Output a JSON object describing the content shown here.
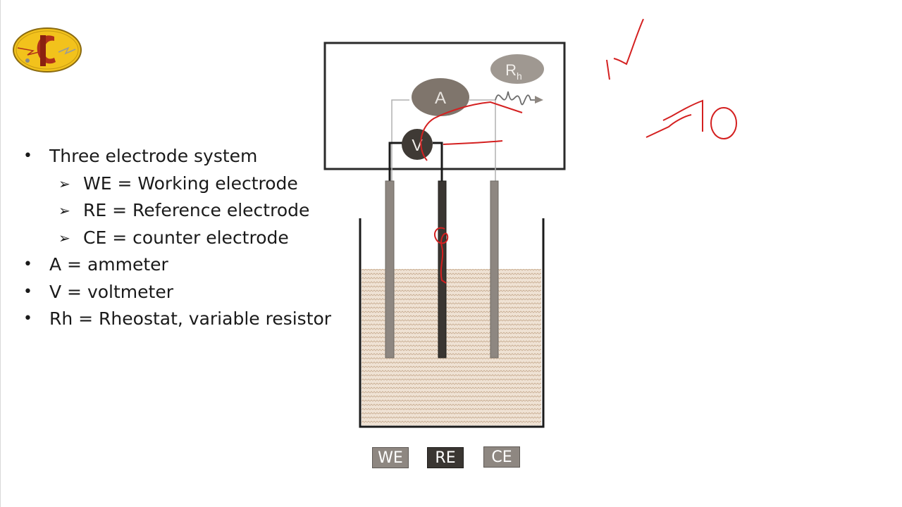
{
  "bullets": [
    {
      "level": 1,
      "marker": "•",
      "text": "Three electrode system"
    },
    {
      "level": 2,
      "marker": "➢",
      "text": "WE = Working electrode"
    },
    {
      "level": 2,
      "marker": "➢",
      "text": "RE = Reference electrode"
    },
    {
      "level": 2,
      "marker": "➢",
      "text": "CE = counter electrode"
    },
    {
      "level": 1,
      "marker": "•",
      "text": "A = ammeter"
    },
    {
      "level": 1,
      "marker": "•",
      "text": "V = voltmeter"
    },
    {
      "level": 1,
      "marker": "•",
      "text": "Rh = Rheostat, variable resistor"
    }
  ],
  "diagram": {
    "ammeter_label": "A",
    "voltmeter_label": "V",
    "rheostat_label": "R",
    "rheostat_sub": "h"
  },
  "electrode_labels": {
    "we": "WE",
    "re": "RE",
    "ce": "CE"
  },
  "colors": {
    "annotation_ink": "#d42020",
    "solution": "#eadbcb",
    "electrode_light": "#8e8781",
    "electrode_dark": "#3a3632",
    "meter_fill": "#7f756c",
    "logo_gold": "#f0c020",
    "logo_red": "#b0301a"
  }
}
